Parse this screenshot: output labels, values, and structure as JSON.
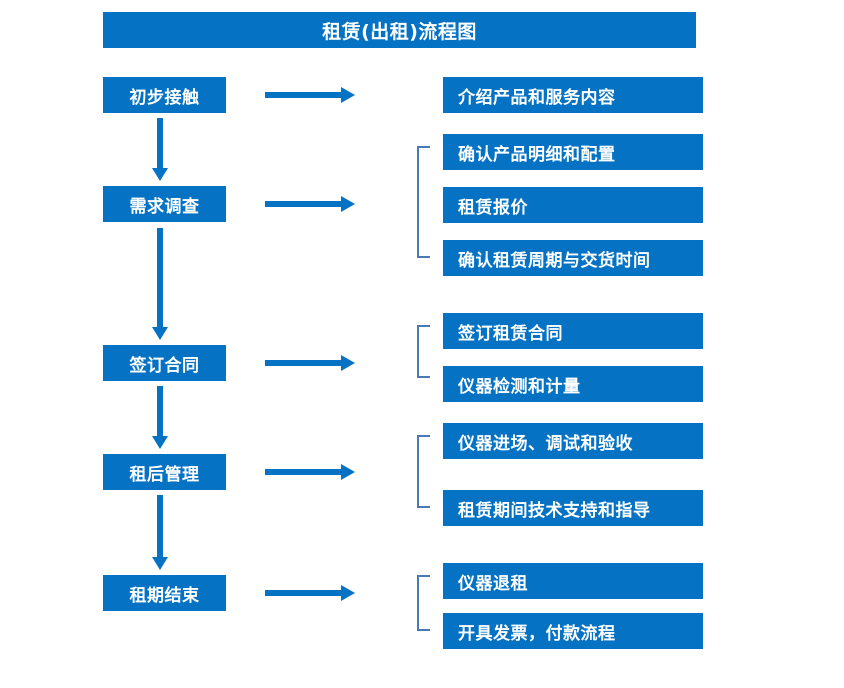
{
  "page": {
    "title": "租赁(出租)流程图",
    "accent_color": "#0572c4",
    "bracket_color": "#4a7ab5",
    "background_color": "#ffffff",
    "text_color": "#ffffff"
  },
  "stages": [
    {
      "label": "初步接触"
    },
    {
      "label": "需求调查"
    },
    {
      "label": "签订合同"
    },
    {
      "label": "租后管理"
    },
    {
      "label": "租期结束"
    }
  ],
  "tasks": [
    {
      "label": "介绍产品和服务内容"
    },
    {
      "label": "确认产品明细和配置"
    },
    {
      "label": "租赁报价"
    },
    {
      "label": "确认租赁周期与交货时间"
    },
    {
      "label": "签订租赁合同"
    },
    {
      "label": "仪器检测和计量"
    },
    {
      "label": "仪器进场、调试和验收"
    },
    {
      "label": "租赁期间技术支持和指导"
    },
    {
      "label": "仪器退租"
    },
    {
      "label": "开具发票，付款流程"
    }
  ]
}
